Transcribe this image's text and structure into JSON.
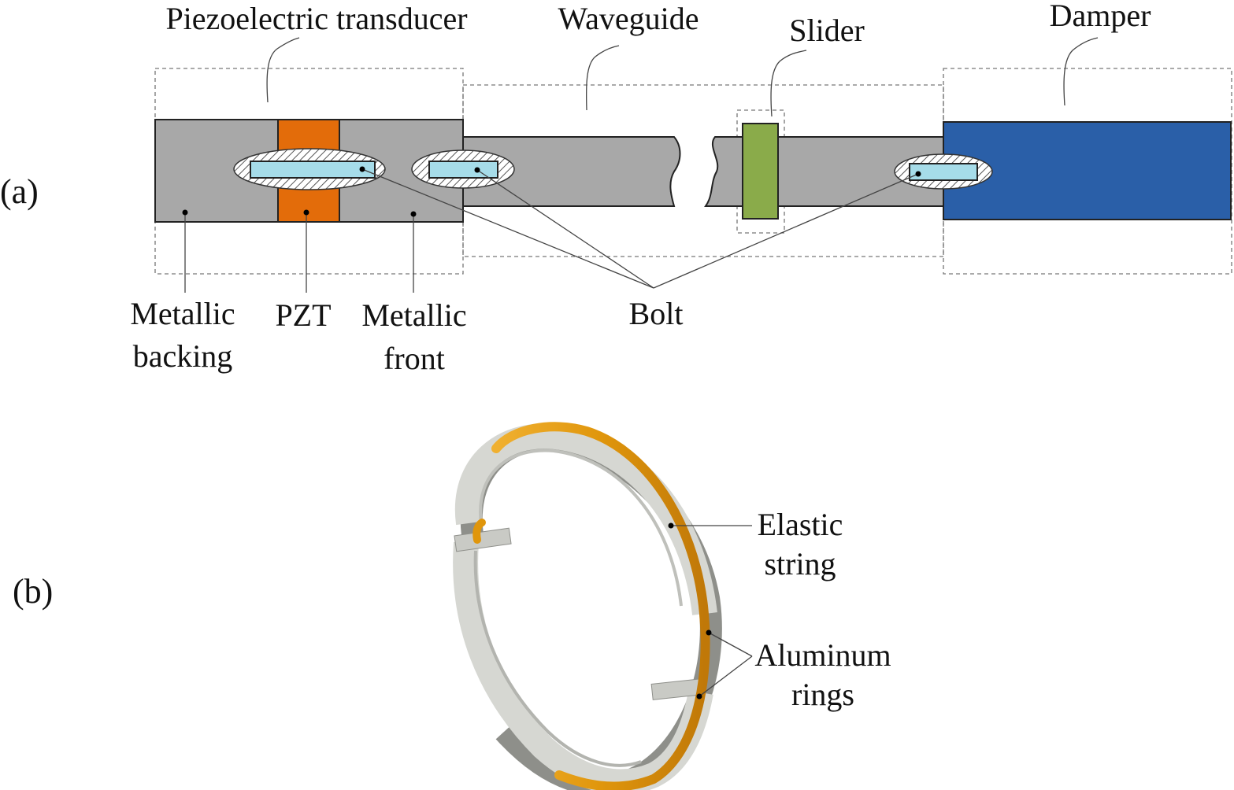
{
  "panel_a": {
    "label": "(a)",
    "titles": {
      "transducer": "Piezoelectric transducer",
      "waveguide": "Waveguide",
      "slider": "Slider",
      "damper": "Damper"
    },
    "parts": {
      "metallic_backing": [
        "Metallic",
        "backing"
      ],
      "pzt": "PZT",
      "metallic_front": [
        "Metallic",
        "front"
      ],
      "bolt": "Bolt"
    },
    "colors": {
      "metal": "#a8a8a8",
      "pzt": "#e36c0a",
      "slider": "#8aab4a",
      "damper": "#2a5fa8",
      "bolt": "#a6dce9"
    }
  },
  "panel_b": {
    "label": "(b)",
    "elastic_string": [
      "Elastic",
      "string"
    ],
    "aluminum_rings": [
      "Aluminum",
      "rings"
    ],
    "colors": {
      "ring": "#d6d7d2",
      "ring_shade": "#9a9b96",
      "string": "#e0960c"
    }
  }
}
